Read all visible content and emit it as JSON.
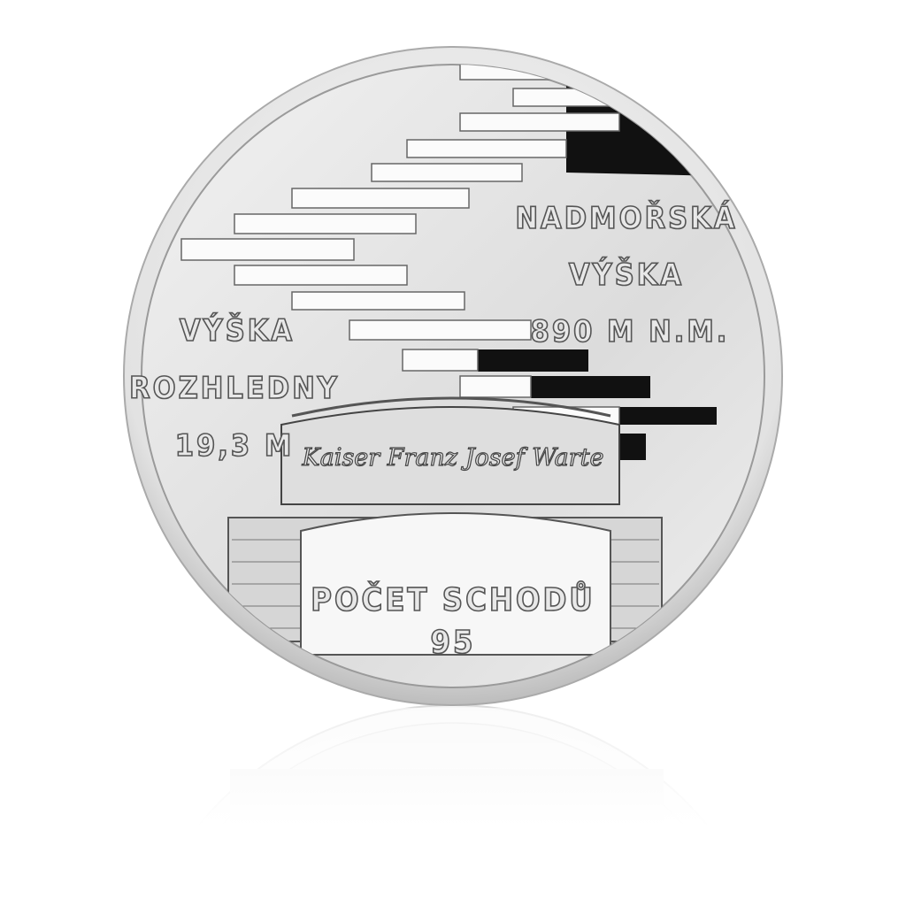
{
  "coin": {
    "altitude_label": [
      "NADMOŘSKÁ",
      "VÝŠKA",
      "890 M N.M."
    ],
    "tower_height_label": [
      "VÝŠKA",
      "ROZHLEDNY",
      "19,3 M"
    ],
    "tower_name": "Kaiser Franz Josef Warte",
    "steps_label": [
      "POČET SCHODŮ",
      "95"
    ]
  },
  "colors": {
    "silver": "#e4e4e4",
    "rim": "#cfcfcf",
    "dark": "#111111"
  }
}
